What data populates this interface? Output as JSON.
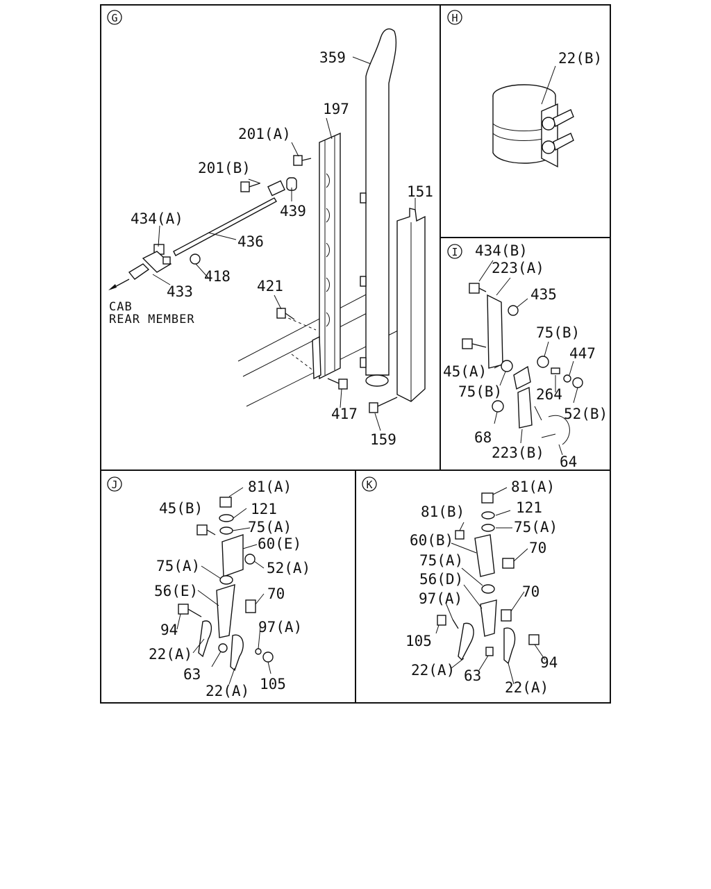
{
  "panels": {
    "G": {
      "letter": "G",
      "labels": [
        "359",
        "197",
        "201(A)",
        "201(B)",
        "439",
        "151",
        "434(A)",
        "436",
        "418",
        "433",
        "421",
        "417",
        "159"
      ],
      "note_lines": [
        "CAB",
        "REAR MEMBER"
      ]
    },
    "H": {
      "letter": "H",
      "labels": [
        "22(B)"
      ]
    },
    "I": {
      "letter": "I",
      "labels": [
        "434(B)",
        "223(A)",
        "435",
        "75(B)",
        "447",
        "45(A)",
        "75(B)",
        "264",
        "52(B)",
        "68",
        "223(B)",
        "64"
      ]
    },
    "J": {
      "letter": "J",
      "labels": [
        "81(A)",
        "121",
        "45(B)",
        "75(A)",
        "60(E)",
        "52(A)",
        "75(A)",
        "56(E)",
        "70",
        "94",
        "97(A)",
        "22(A)",
        "63",
        "22(A)",
        "105"
      ]
    },
    "K": {
      "letter": "K",
      "labels": [
        "81(A)",
        "121",
        "81(B)",
        "75(A)",
        "60(B)",
        "70",
        "75(A)",
        "56(D)",
        "70",
        "97(A)",
        "105",
        "94",
        "22(A)",
        "63",
        "22(A)"
      ]
    }
  }
}
